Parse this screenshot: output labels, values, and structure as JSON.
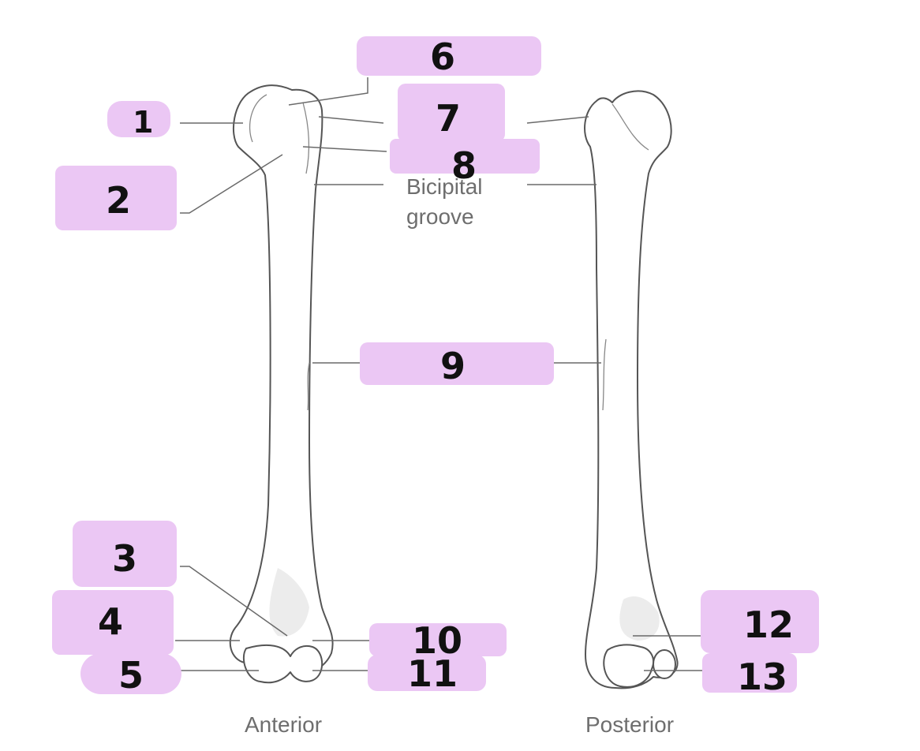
{
  "printed_labels": {
    "bicipital_line1": "Bicipital",
    "bicipital_line2": "groove",
    "anterior": "Anterior",
    "posterior": "Posterior"
  },
  "handwritten_numbers": {
    "n1": "1",
    "n2": "2",
    "n3": "3",
    "n4": "4",
    "n5": "5",
    "n6": "6",
    "n7": "7",
    "n8": "8",
    "n9": "9",
    "n10": "10",
    "n11": "11",
    "n12": "12",
    "n13": "13"
  },
  "colors": {
    "highlight": "#ebc7f4",
    "ink": "#111111",
    "leader": "#6a6a6a",
    "printed_text": "#6e6e6e"
  }
}
